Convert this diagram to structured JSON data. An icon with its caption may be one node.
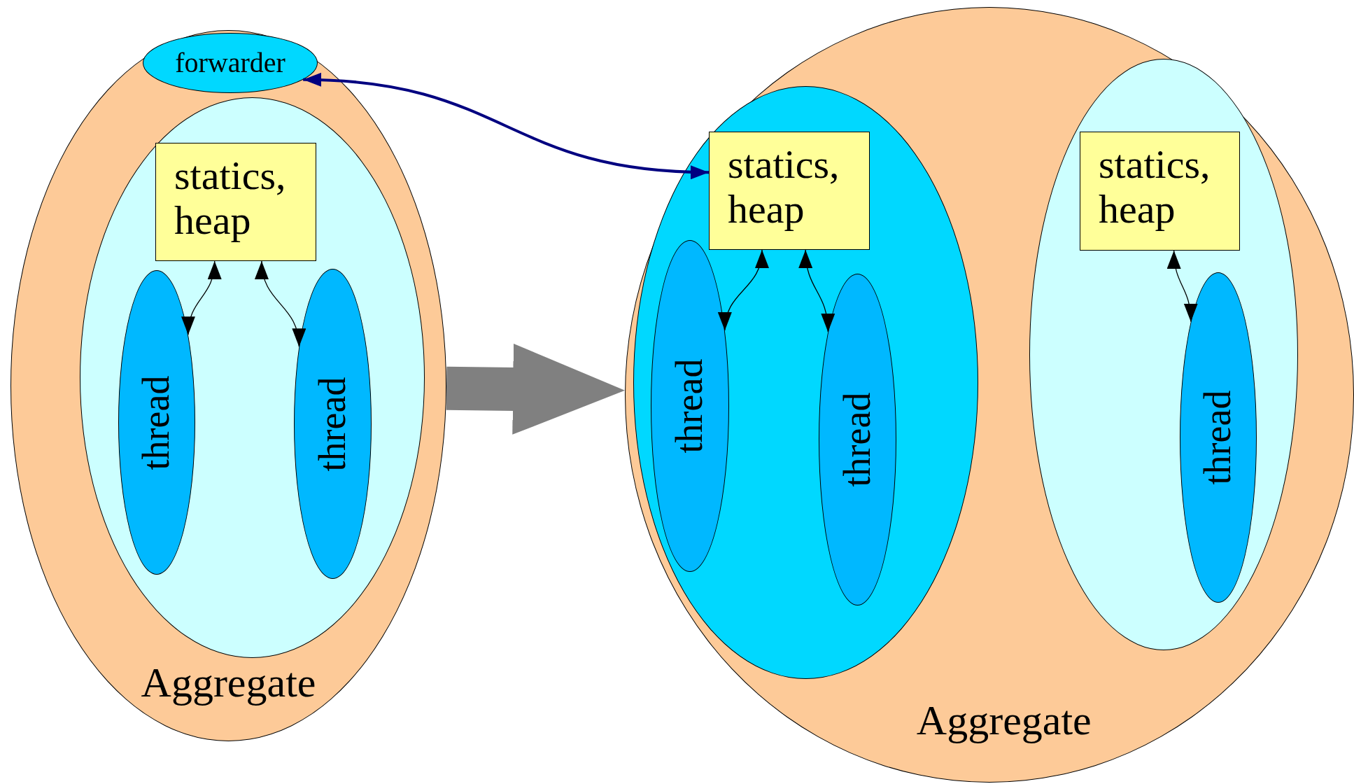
{
  "diagram": {
    "nodes": [
      {
        "text": [
          "Aggregate"
        ]
      },
      {
        "text": [
          "forwarder"
        ],
        "in": 0
      },
      {
        "text": [],
        "shape": "ellipse",
        "in": 0
      },
      {
        "text": [
          "statics, heap"
        ],
        "in": 2
      },
      {
        "text": [
          "thread"
        ],
        "in": 2
      },
      {
        "text": [
          "thread"
        ],
        "in": 2
      },
      {
        "text": [
          "Aggregate"
        ]
      },
      {
        "text": [],
        "shape": "ellipse",
        "in": 6
      },
      {
        "text": [
          "statics, heap"
        ],
        "in": 7
      },
      {
        "text": [
          "thread"
        ],
        "in": 7
      },
      {
        "text": [
          "thread"
        ],
        "in": 7
      },
      {
        "text": [],
        "shape": "ellipse",
        "in": 6
      },
      {
        "text": [
          "statics, heap"
        ],
        "in": 11
      },
      {
        "text": [
          "thread"
        ],
        "in": 11
      }
    ],
    "edges": [
      {
        "from": 3,
        "to": 4,
        "arrow": "both"
      },
      {
        "from": 3,
        "to": 5,
        "arrow": "both"
      },
      {
        "from": 8,
        "to": 9,
        "arrow": "both"
      },
      {
        "from": 8,
        "to": 10,
        "arrow": "both"
      },
      {
        "from": 12,
        "to": 13,
        "arrow": "both"
      },
      {
        "from": 1,
        "to": 8,
        "arrow": "both",
        "color": "#000080"
      },
      {
        "from": 0,
        "to": 6,
        "arrow": "to",
        "style": "thick",
        "color": "#808080"
      }
    ]
  }
}
